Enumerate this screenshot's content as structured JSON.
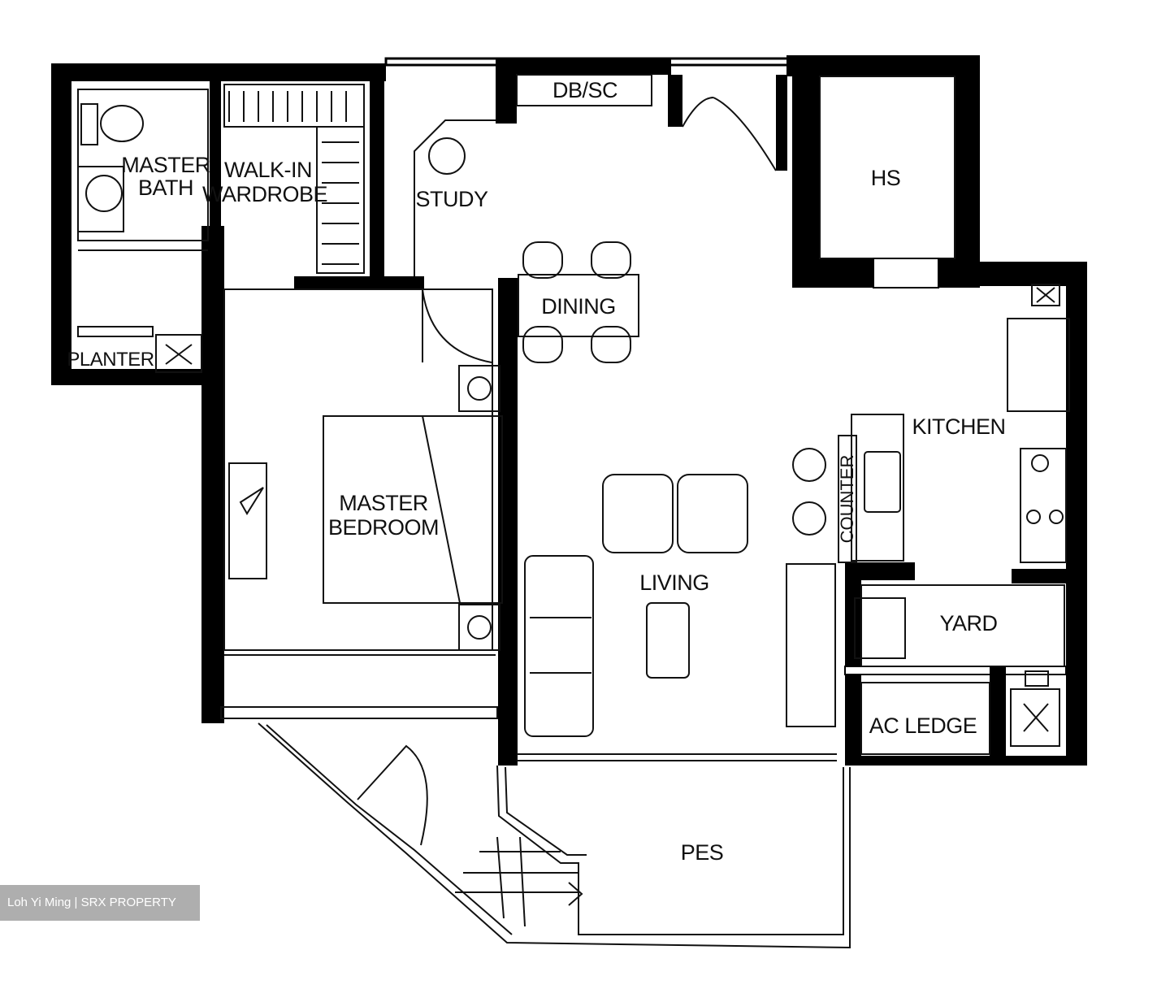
{
  "rooms": {
    "master_bath": [
      "MASTER",
      "BATH"
    ],
    "walk_in_wardrobe": [
      "WALK-IN",
      "WARDROBE"
    ],
    "db_sc": "DB/SC",
    "study": "STUDY",
    "hs": "HS",
    "dining": "DINING",
    "planter": "PLANTER",
    "master_bedroom": [
      "MASTER",
      "BEDROOM"
    ],
    "kitchen": "KITCHEN",
    "counter": "COUNTER",
    "living": "LIVING",
    "yard": "YARD",
    "ac_ledge": "AC LEDGE",
    "pes": "PES"
  },
  "watermark": "Loh Yi Ming | SRX PROPERTY",
  "colors": {
    "wall": "#000000",
    "line": "#111111",
    "background": "#ffffff"
  }
}
